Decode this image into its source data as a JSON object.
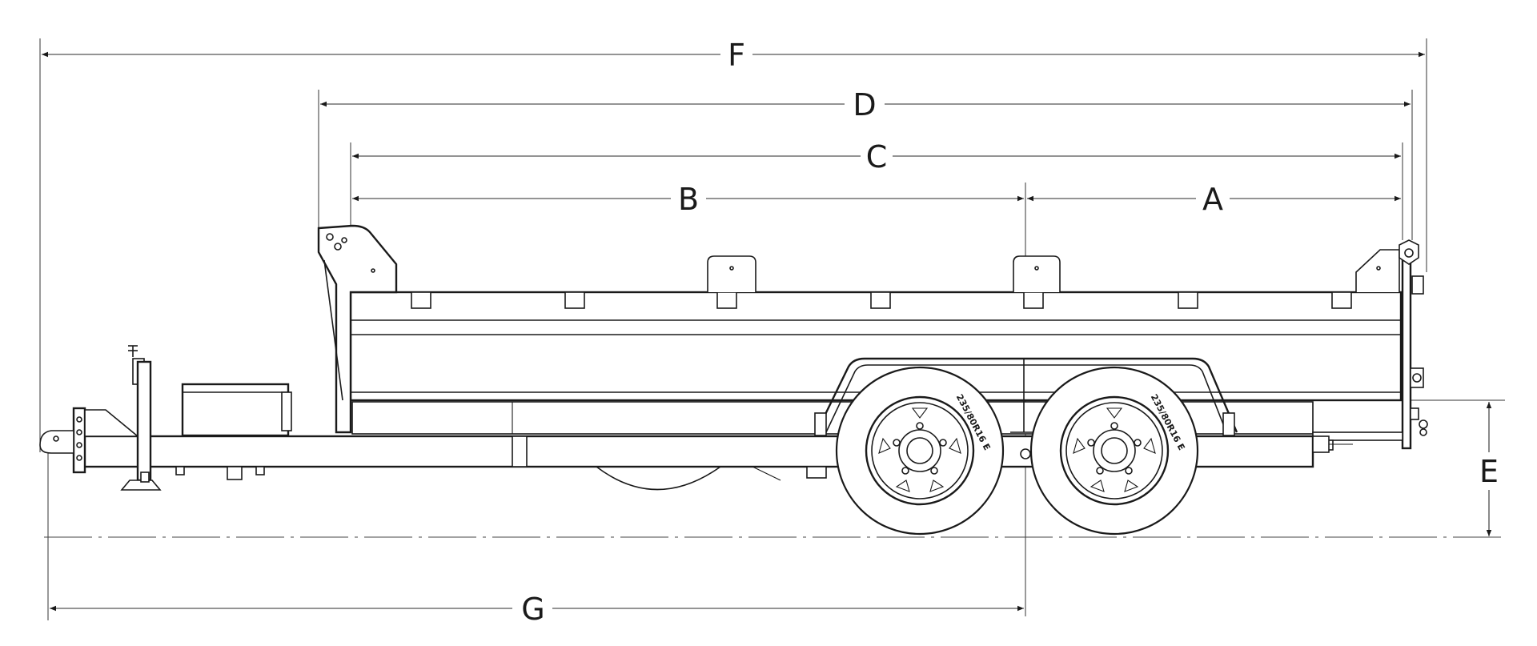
{
  "dimension_labels": {
    "A": "A",
    "B": "B",
    "C": "C",
    "D": "D",
    "E": "E",
    "F": "F",
    "G": "G"
  },
  "tire_size": "235/80R16 E",
  "colors": {
    "line": "#1a1a1a",
    "background": "#ffffff"
  }
}
